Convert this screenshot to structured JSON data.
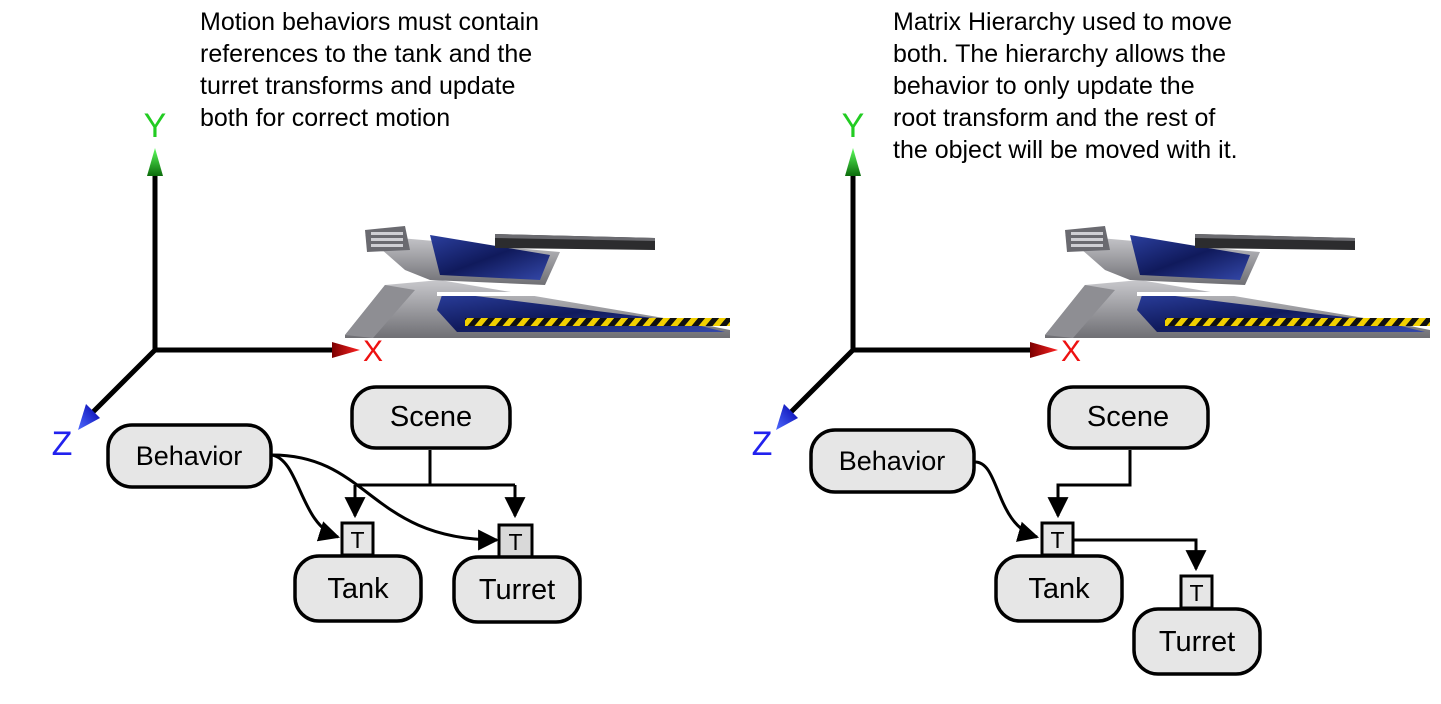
{
  "left_panel": {
    "caption": [
      "Motion behaviors must contain",
      "references to the tank and the",
      "turret transforms and update",
      "both for correct motion"
    ],
    "axes": {
      "y": "Y",
      "x": "X",
      "z": "Z"
    },
    "nodes": {
      "scene": "Scene",
      "behavior": "Behavior",
      "tank": "Tank",
      "turret": "Turret"
    },
    "transform_tag": "T"
  },
  "right_panel": {
    "caption": [
      "Matrix Hierarchy used to move",
      "both. The hierarchy allows the",
      "behavior to only update the",
      "root transform and the rest of",
      "the object will be moved with it."
    ],
    "axes": {
      "y": "Y",
      "x": "X",
      "z": "Z"
    },
    "nodes": {
      "scene": "Scene",
      "behavior": "Behavior",
      "tank": "Tank",
      "turret": "Turret"
    },
    "transform_tag": "T"
  },
  "colors": {
    "axis_y": "#22cc22",
    "axis_x": "#ee1111",
    "axis_z": "#2222ee",
    "node_fill": "#e6e6e6",
    "tag_fill": "#d9d9d9",
    "hull_blue": "#1a2a80",
    "hull_grey": "#9a9a9e",
    "stripe_yellow": "#f2d000"
  }
}
